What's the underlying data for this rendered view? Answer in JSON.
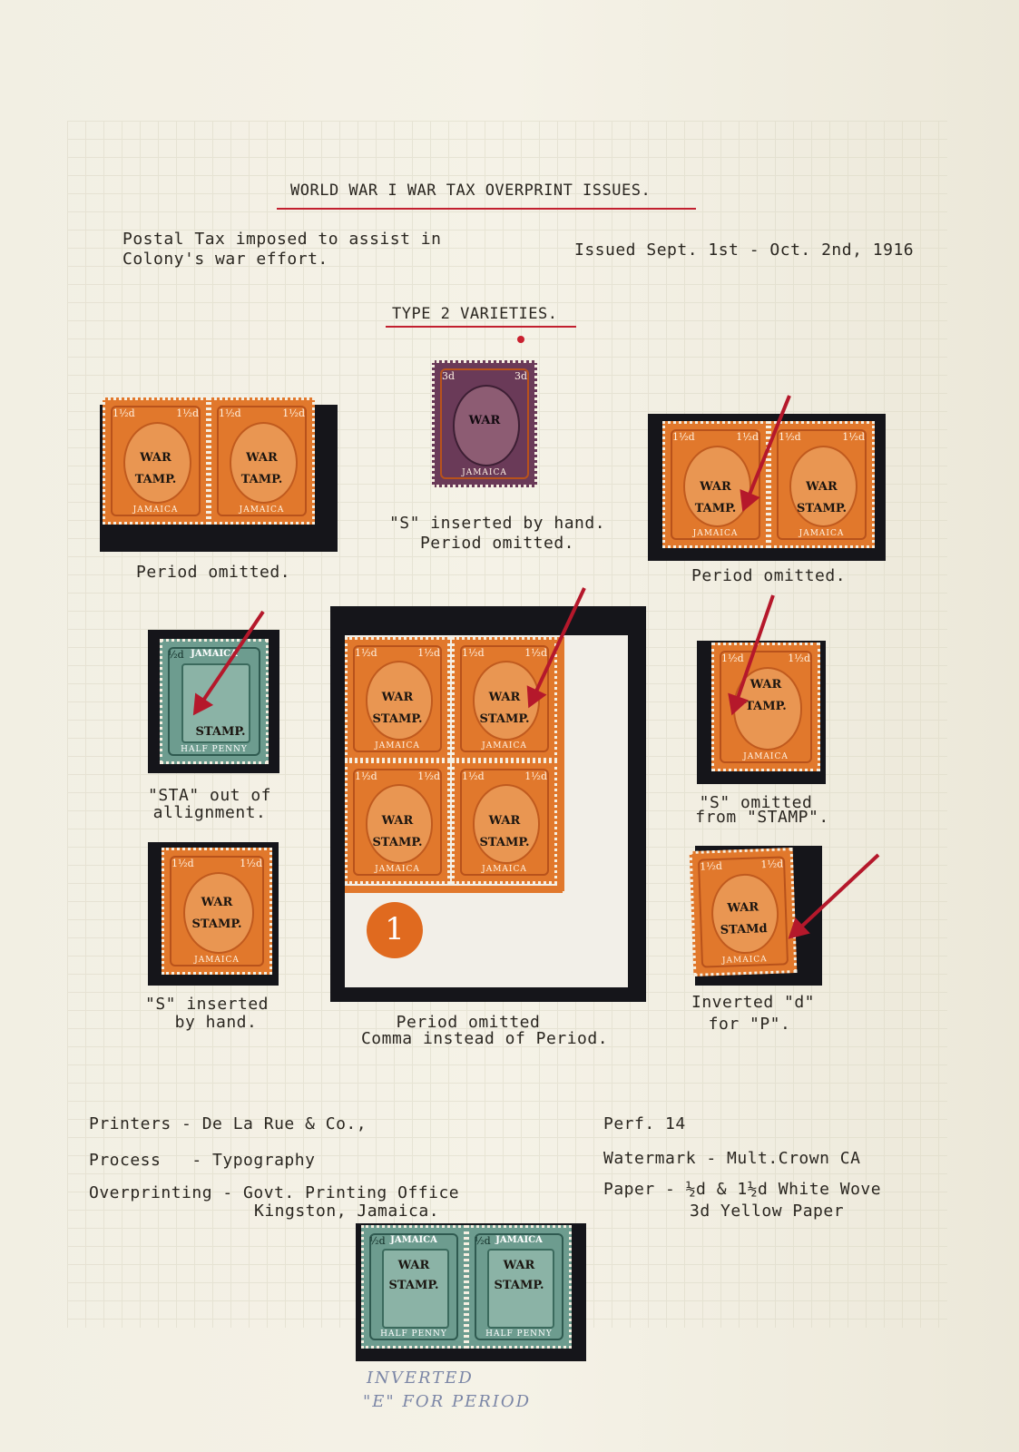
{
  "heading": {
    "title": "WORLD WAR I WAR TAX OVERPRINT ISSUES.",
    "intro_line1": "Postal Tax imposed to assist in",
    "intro_line2": "Colony's war effort.",
    "issued": "Issued Sept. 1st - Oct. 2nd, 1916",
    "subtitle": "TYPE 2 VARIETIES."
  },
  "stamps": {
    "value_orange": "1½d",
    "value_green": "½d",
    "value_purple": "3d",
    "country": "JAMAICA",
    "overprint_line1": "WAR",
    "overprint_line2": "STAMP.",
    "overprint_tamp": "TAMP.",
    "overprint_stamp_d": "STAMd",
    "green_country": "JAMAICA",
    "green_bottom": "HALF PENNY",
    "plate_number": "1"
  },
  "captions": {
    "pair_left": "Period omitted.",
    "single_3d_line1": "\"S\" inserted by hand.",
    "single_3d_line2": "Period omitted.",
    "pair_right": "Period omitted.",
    "sta_line1": "\"STA\" out of",
    "sta_line2": "allignment.",
    "block_line1": "Period omitted",
    "block_line2": "Comma instead of Period.",
    "s_omitted_line1": "\"S\" omitted",
    "s_omitted_line2": "from \"STAMP\".",
    "s_hand_line1": "\"S\" inserted",
    "s_hand_line2": "by hand.",
    "inverted_line1": "Inverted \"d\"",
    "inverted_line2": "for \"P\"."
  },
  "details": {
    "printers": "Printers - De La Rue & Co.,",
    "process": "Process   - Typography",
    "overprinting_line1": "Overprinting - Govt. Printing Office",
    "overprinting_line2": "Kingston, Jamaica.",
    "perf": "Perf. 14",
    "watermark": "Watermark - Mult.Crown CA",
    "paper_line1": "Paper - ½d & 1½d White Wove",
    "paper_line2": "3d Yellow Paper"
  },
  "handwritten": {
    "line1": "INVERTED",
    "line2": "\"E\" FOR PERIOD"
  },
  "colors": {
    "arrow": "#b5182b",
    "underline": "#c2202f",
    "stamp_orange": "#e1782c",
    "stamp_green": "#6d9c8f",
    "mount": "#15151a"
  }
}
